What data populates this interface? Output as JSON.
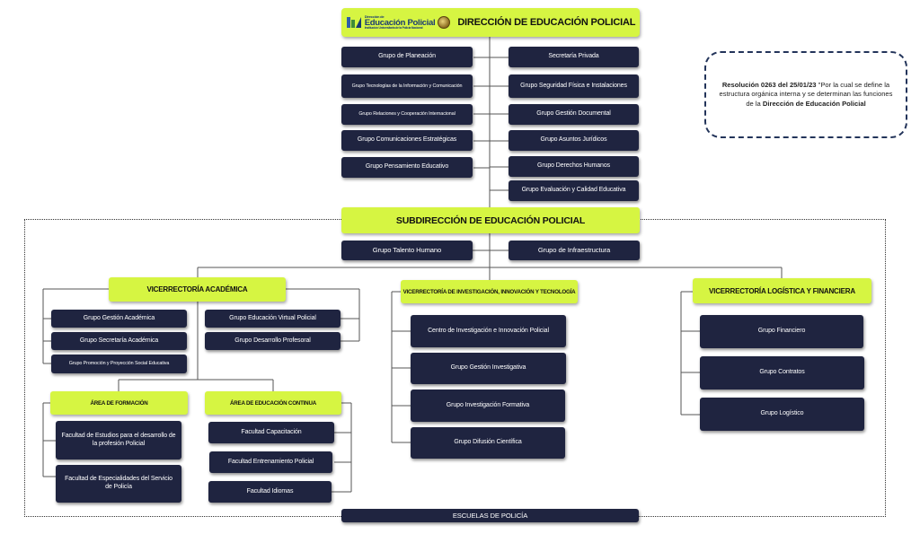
{
  "direccion": {
    "logo_small": "Dirección de",
    "logo_main": "Educación Policial",
    "logo_tag": "Institución Universitaria de la Policía Nacional",
    "title": "DIRECCIÓN DE EDUCACIÓN POLICIAL"
  },
  "note": {
    "bold": "Resolución 0263 del 25/01/23",
    "text": " \"Por la cual se define la estructura orgánica interna y se determinan las funciones de la ",
    "bold_end": "Dirección de Educación Policial"
  },
  "left_groups": [
    "Grupo de Planeación",
    "Grupo Tecnologías de la Información y Comunicación",
    "Grupo Relaciones y Cooperación Internacional",
    "Grupo Comunicaciones Estratégicas",
    "Grupo Pensamiento Educativo"
  ],
  "right_groups": [
    "Secretaría Privada",
    "Grupo Seguridad Física e Instalaciones",
    "Grupo Gestión Documental",
    "Grupo Asuntos Jurídicos",
    "Grupo Derechos Humanos",
    "Grupo Evaluación y Calidad Educativa"
  ],
  "subdireccion": {
    "title": "SUBDIRECCIÓN DE EDUCACIÓN POLICIAL",
    "groups": [
      "Grupo Talento Humano",
      "Grupo de Infraestructura"
    ]
  },
  "vr_academica": {
    "title": "VICERRECTORÍA ACADÉMICA",
    "left_groups": [
      "Grupo Gestión Académica",
      "Grupo Secretaría Académica",
      "Grupo Promoción y Proyección Social Educativa"
    ],
    "right_groups": [
      "Grupo Educación Virtual Policial",
      "Grupo Desarrollo Profesoral"
    ]
  },
  "area_formacion": {
    "title": "ÁREA DE FORMACIÓN",
    "items": [
      "Facultad de Estudios para el desarrollo de la profesión Policial",
      "Facultad de Especialidades del Servicio de Policía"
    ]
  },
  "area_continua": {
    "title": "ÁREA DE EDUCACIÓN CONTINUA",
    "items": [
      "Facultad Capacitación",
      "Facultad Entrenamiento Policial",
      "Facultad Idiomas"
    ]
  },
  "vr_investigacion": {
    "title": "VICERRECTORÍA DE INVESTIGACIÓN, INNOVACIÓN Y TECNOLOGÍA",
    "items": [
      "Centro de Investigación e Innovación Policial",
      "Grupo Gestión Investigativa",
      "Grupo Investigación Formativa",
      "Grupo Difusión Científica"
    ]
  },
  "vr_logistica": {
    "title": "VICERRECTORÍA LOGÍSTICA Y FINANCIERA",
    "items": [
      "Grupo Financiero",
      "Grupo Contratos",
      "Grupo Logístico"
    ]
  },
  "escuelas": "ESCUELAS DE POLICÍA",
  "colors": {
    "dark_box": "#1f2440",
    "header_green": "#d6f542",
    "note_border": "#23345a"
  }
}
